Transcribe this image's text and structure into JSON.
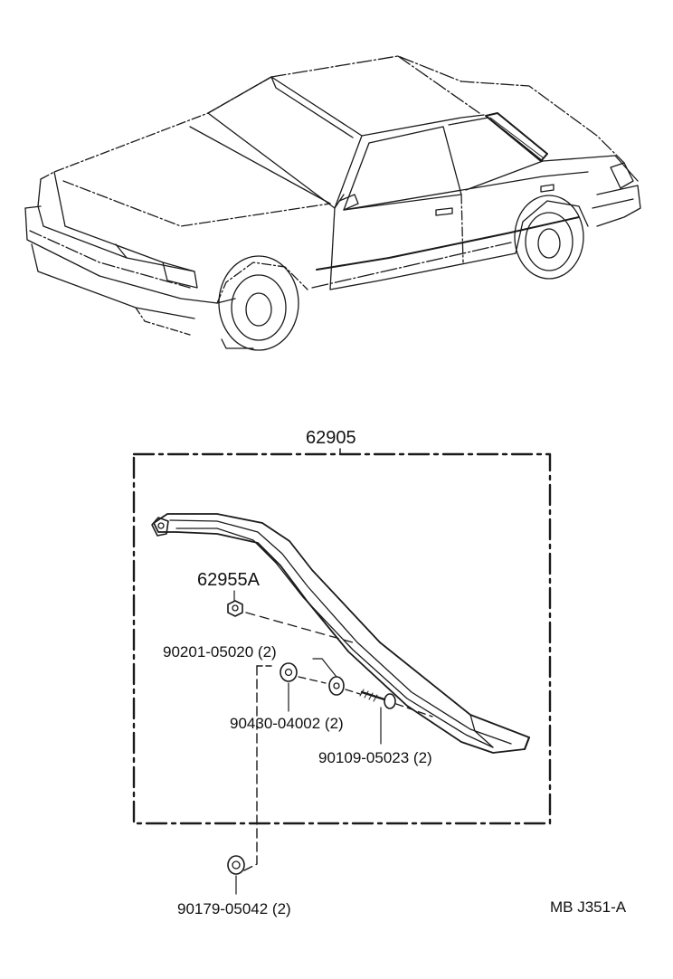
{
  "diagram": {
    "assembly_label": "62905",
    "parts": [
      {
        "part_no": "62955A",
        "qty": ""
      },
      {
        "part_no": "90201-05020",
        "qty": "(2)"
      },
      {
        "part_no": "90430-04002",
        "qty": "(2)"
      },
      {
        "part_no": "90109-05023",
        "qty": "(2)"
      },
      {
        "part_no": "90179-05042",
        "qty": "(2)"
      }
    ],
    "callouts": {
      "p1": "90201-05020 (2)",
      "p2": "90430-04002 (2)",
      "p3": "90109-05023 (2)",
      "p4": "90179-05042 (2)"
    },
    "reference_code": "MB J351-A",
    "line_color": "#1a1a1a"
  }
}
